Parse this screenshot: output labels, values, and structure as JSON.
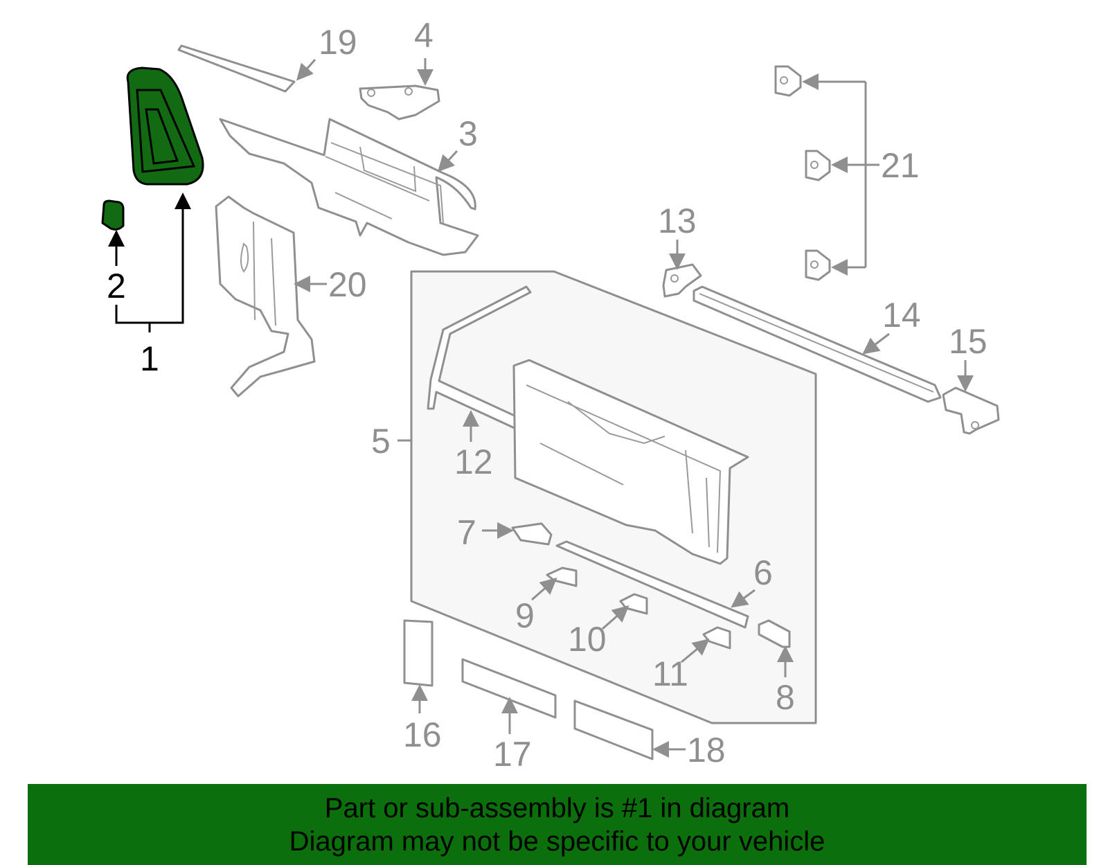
{
  "banner": {
    "line1": "Part or sub-assembly is #1 in diagram",
    "line2": "Diagram may not be specific to your vehicle",
    "background_color": "#0b6f0b"
  },
  "highlight_color": "#126a12",
  "callouts": {
    "c1": "1",
    "c2": "2",
    "c3": "3",
    "c4": "4",
    "c5": "5",
    "c6": "6",
    "c7": "7",
    "c8": "8",
    "c9": "9",
    "c10": "10",
    "c11": "11",
    "c12": "12",
    "c13": "13",
    "c14": "14",
    "c15": "15",
    "c16": "16",
    "c17": "17",
    "c18": "18",
    "c19": "19",
    "c20": "20",
    "c21": "21"
  }
}
